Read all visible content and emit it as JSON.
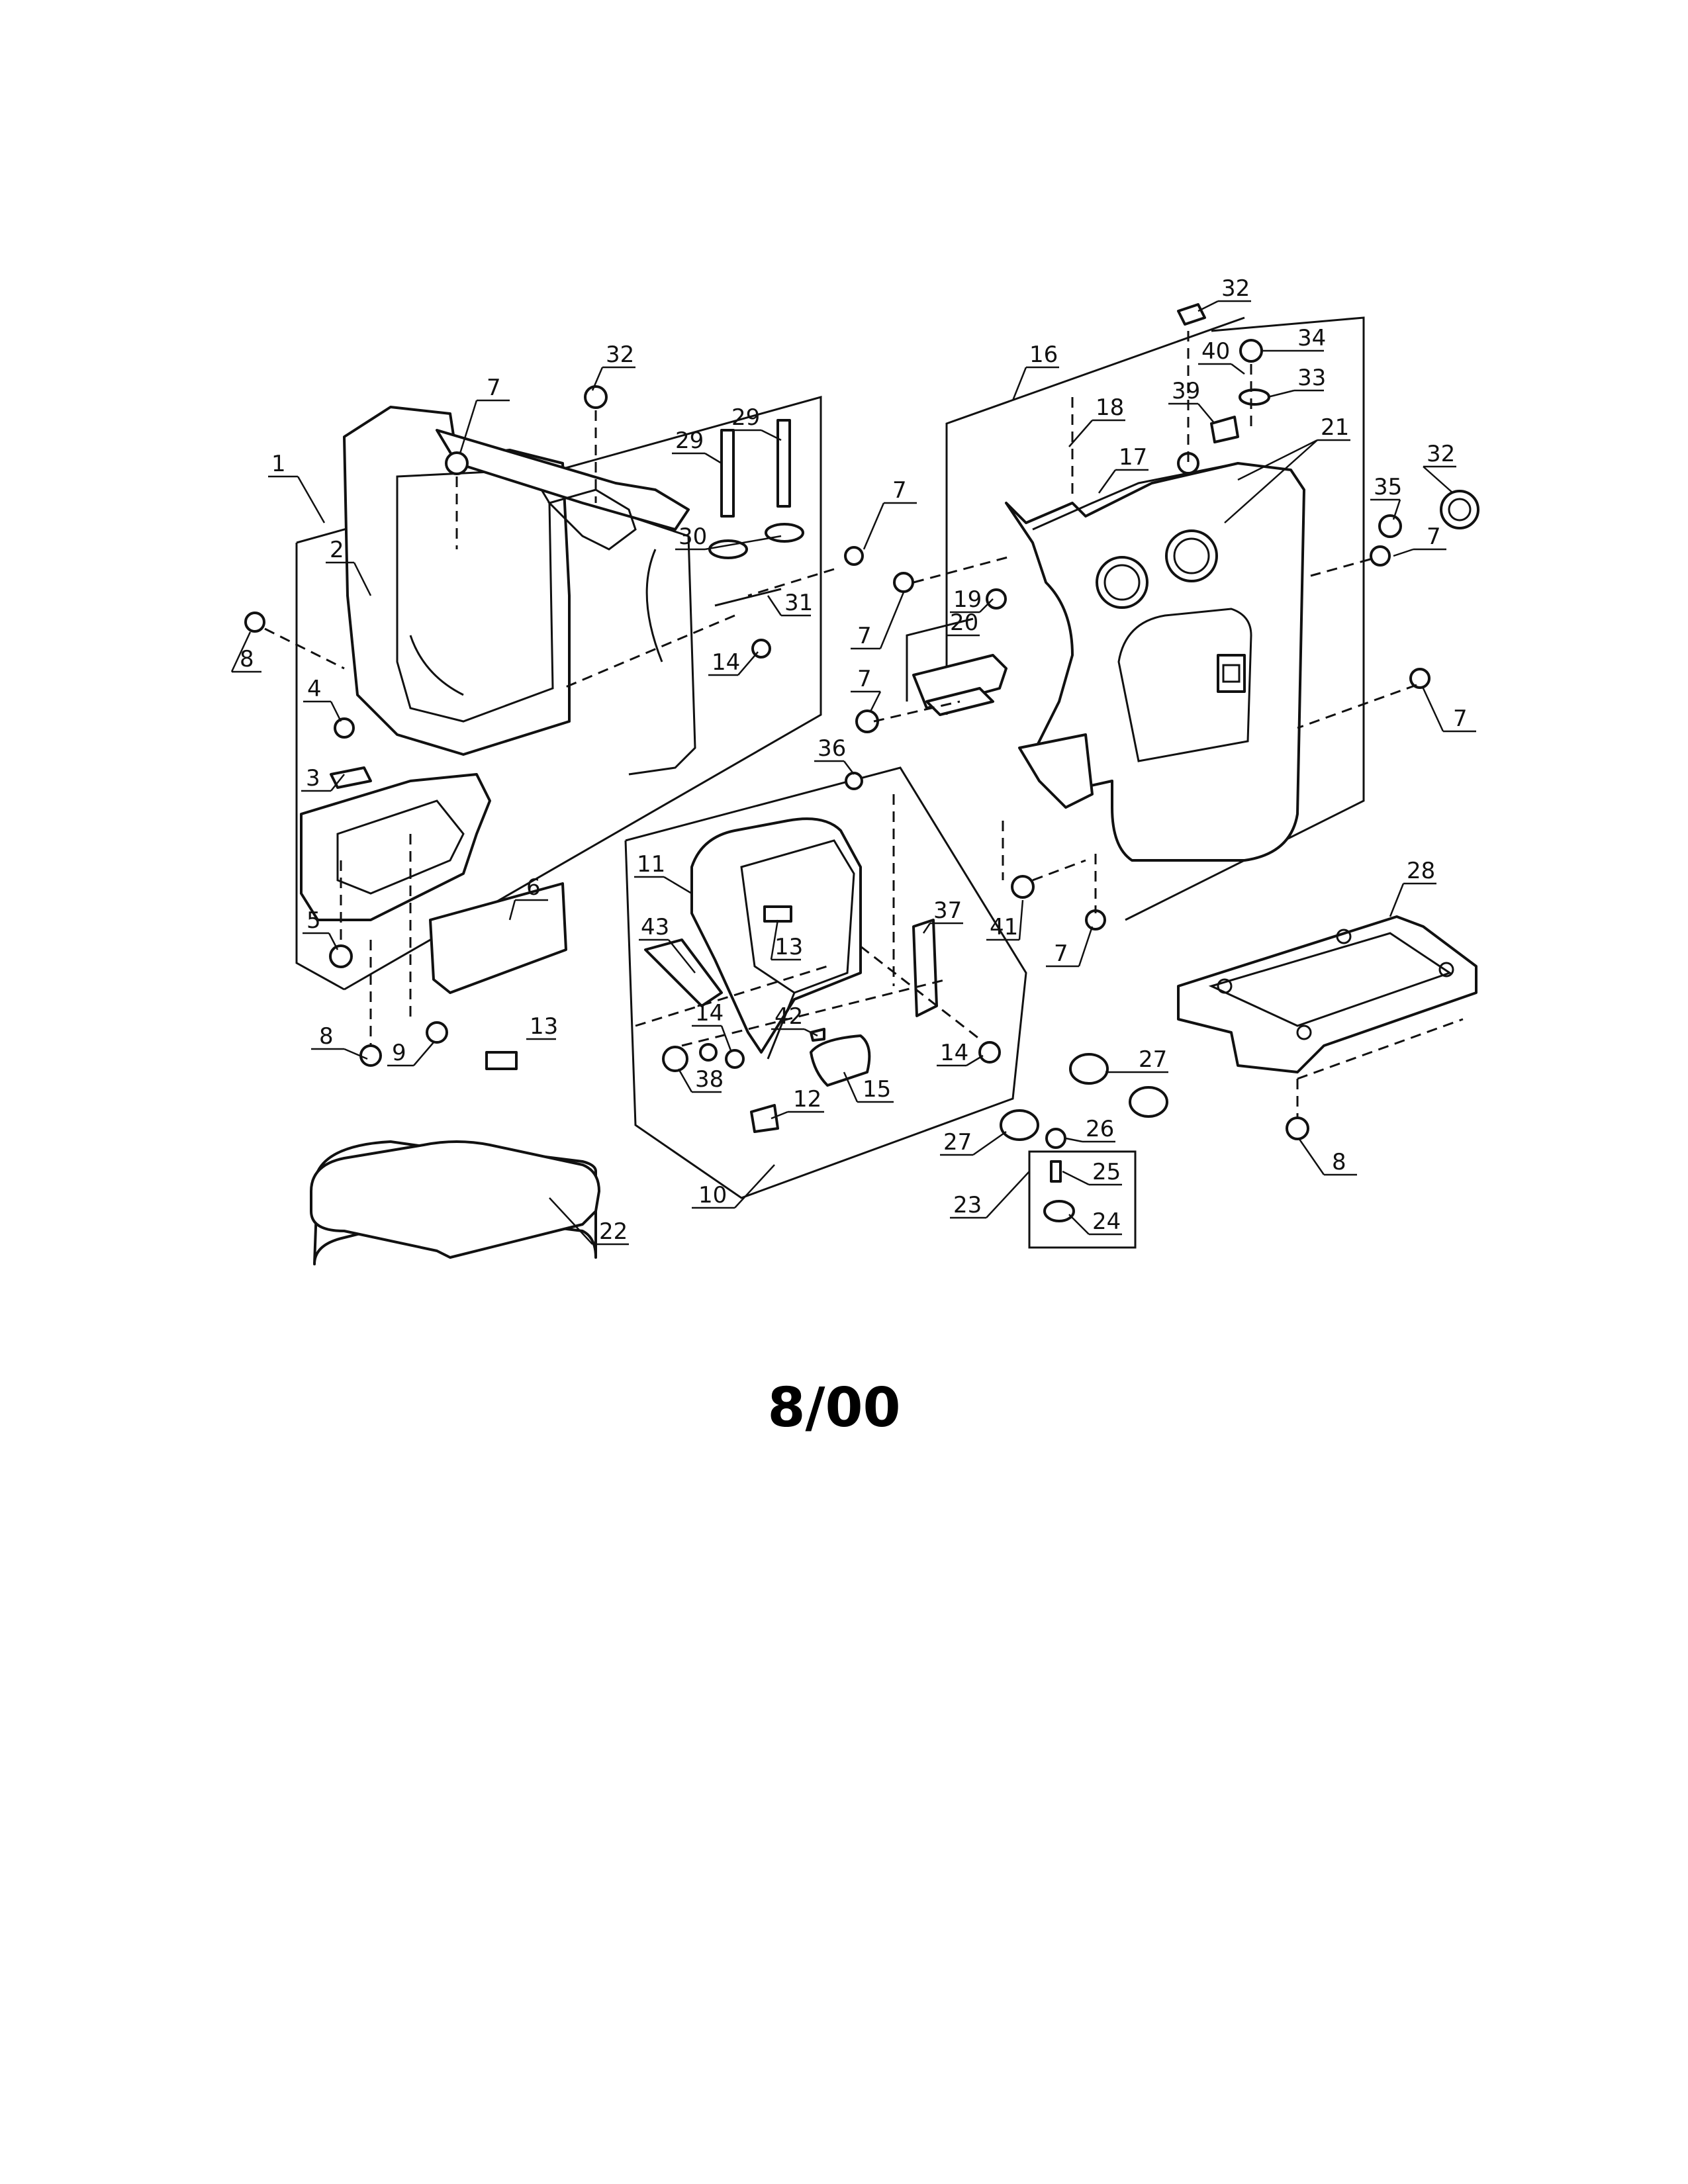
{
  "diagram": {
    "labels": [
      "1",
      "2",
      "3",
      "4",
      "5",
      "6",
      "7",
      "8",
      "9",
      "10",
      "11",
      "12",
      "13",
      "14",
      "15",
      "16",
      "17",
      "18",
      "19",
      "20",
      "21",
      "22",
      "23",
      "24",
      "25",
      "26",
      "27",
      "28",
      "29",
      "30",
      "31",
      "32",
      "33",
      "34",
      "35",
      "36",
      "37",
      "38",
      "39",
      "40",
      "41",
      "42",
      "43"
    ]
  },
  "footer": {
    "text": "8/00"
  }
}
